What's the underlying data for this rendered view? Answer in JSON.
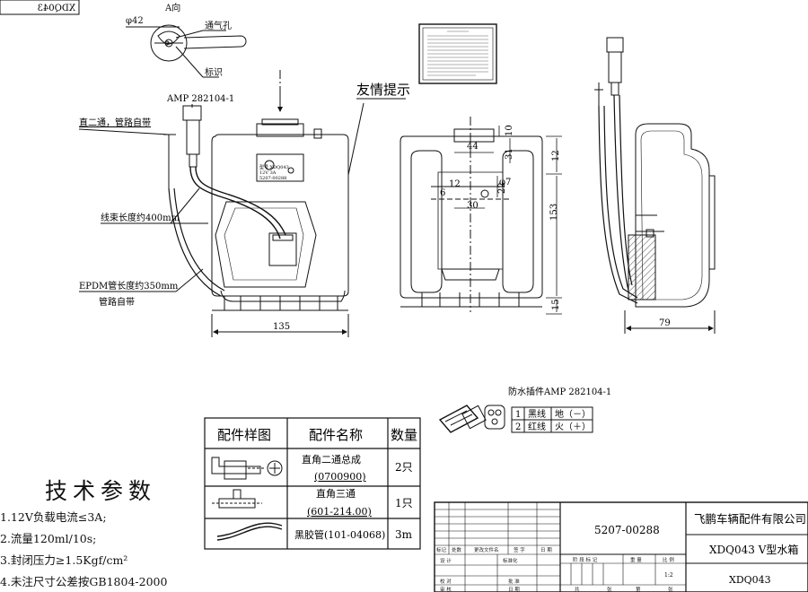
{
  "corner_code": "XDQ043",
  "view_a": {
    "title": "A向",
    "diameter": "φ42",
    "vent_hole": "通气孔",
    "mark": "标识"
  },
  "amp_connector": "AMP 282104-1",
  "friendly_tip": "友情提示",
  "callouts": {
    "straight_tee": "直二通，管路自带",
    "harness_length": "线束长度约400mm",
    "epdm_length": "EPDM管长度约350mm",
    "pipe_included": "管路自带"
  },
  "front_label": {
    "line1": "型号 XDQ043",
    "line2": "12V 3A",
    "line3": "5207-00288"
  },
  "dimensions": {
    "front_width": "135",
    "side_width": "79",
    "d44": "44",
    "d10": "10",
    "d12_top": "12",
    "d31": "31",
    "d153": "153",
    "d12": "12",
    "d7": "φ7",
    "d22": "22",
    "d6": "6",
    "d30": "30",
    "d15": "15"
  },
  "waterproof_plug": {
    "title": "防水插件AMP 282104-1",
    "pins": [
      {
        "no": "1",
        "wire": "黑线",
        "func": "地（－）"
      },
      {
        "no": "2",
        "wire": "红线",
        "func": "火（＋）"
      }
    ]
  },
  "parts_table": {
    "headers": [
      "配件样图",
      "配件名称",
      "数量"
    ],
    "rows": [
      {
        "name_line1": "直角二通总成",
        "name_line2": "(0700900)",
        "qty": "2只"
      },
      {
        "name_line1": "直角三通",
        "name_line2": "(601-214.00)",
        "qty": "1只"
      },
      {
        "name_line1": "黑胶管(101-04068)",
        "name_line2": "",
        "qty": "3m"
      }
    ]
  },
  "tech_params": {
    "title": "技术参数",
    "items": [
      "1.12V负载电流≤3A;",
      "2.流量120ml/10s;",
      "3.封闭压力≥1.5Kgf/cm²",
      "4.未注尺寸公差按GB1804-2000"
    ]
  },
  "title_block": {
    "drawing_no": "5207-00288",
    "company": "飞鹏车辆配件有限公司",
    "part_name": "XDQ043 V型水箱",
    "model": "XDQ043",
    "scale_value": "1:2",
    "labels": {
      "rev_mark": "标记",
      "rev_count": "处数",
      "rev_doc": "更改文件名",
      "rev_sign": "签 字",
      "rev_date": "日 期",
      "design": "设 计",
      "standard": "标准化",
      "check": "校 对",
      "review": "审 核",
      "approve": "批 准",
      "date": "日 期",
      "stage_mark": "阶 段 标 记",
      "weight": "重 量",
      "scale": "比 例",
      "total": "共",
      "sheets": "张",
      "sheet_no": "第",
      "sheet": "张"
    }
  }
}
